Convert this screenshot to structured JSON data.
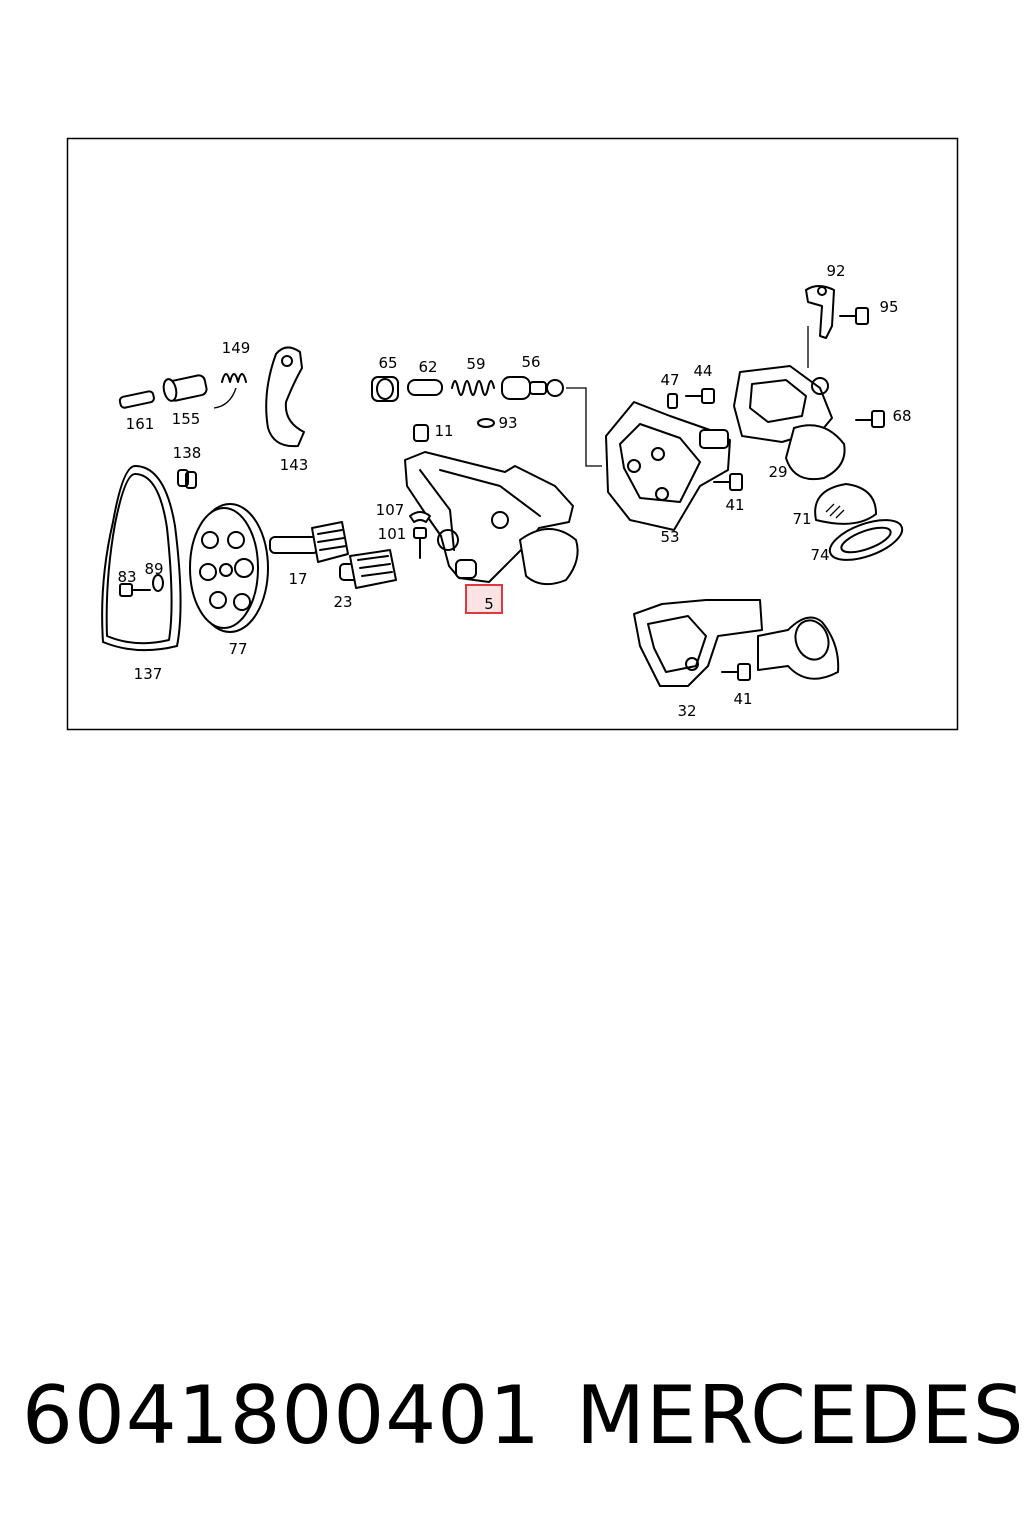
{
  "diagram": {
    "highlighted_callout": "5",
    "highlight_color": "#e0383e",
    "highlight_fill": "#fbe3e4",
    "callouts": [
      "92",
      "95",
      "149",
      "65",
      "62",
      "59",
      "56",
      "47",
      "44",
      "68",
      "161",
      "155",
      "143",
      "11",
      "93",
      "29",
      "138",
      "107",
      "101",
      "53",
      "41",
      "71",
      "89",
      "83",
      "17",
      "23",
      "5",
      "74",
      "77",
      "137",
      "32",
      "41"
    ]
  },
  "caption": {
    "part_number": "6041800401",
    "brand": "MERCEDES"
  }
}
